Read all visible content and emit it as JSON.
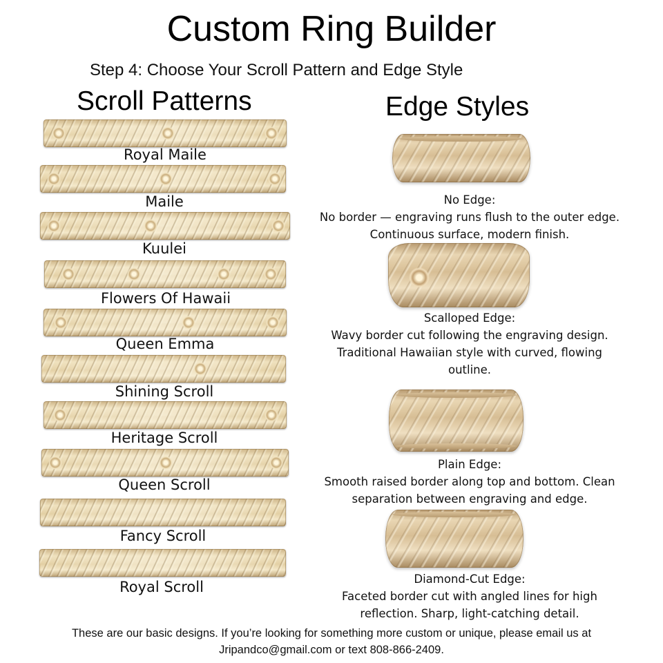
{
  "header": {
    "title": "Custom Ring Builder",
    "step": "Step 4: Choose Your Scroll Pattern and Edge Style"
  },
  "scroll_patterns": {
    "heading": "Scroll Patterns",
    "items": [
      {
        "label": "Royal Maile"
      },
      {
        "label": "Maile"
      },
      {
        "label": "Kuulei"
      },
      {
        "label": "Flowers Of Hawaii"
      },
      {
        "label": "Queen Emma"
      },
      {
        "label": "Shining Scroll"
      },
      {
        "label": "Heritage Scroll"
      },
      {
        "label": "Queen Scroll"
      },
      {
        "label": "Fancy Scroll"
      },
      {
        "label": "Royal Scroll"
      }
    ]
  },
  "edge_styles": {
    "heading": "Edge Styles",
    "items": [
      {
        "name": "No Edge:",
        "line1": "No border — engraving runs flush to the outer edge.",
        "line2": "Continuous surface, modern finish."
      },
      {
        "name": "Scalloped Edge:",
        "line1": "Wavy border cut following the engraving design.",
        "line2": "Traditional Hawaiian style with curved, flowing",
        "line3": "outline."
      },
      {
        "name": "Plain Edge:",
        "line1": "Smooth raised border along top and bottom. Clean",
        "line2": "separation between engraving and edge."
      },
      {
        "name": "Diamond-Cut Edge:",
        "line1": "Faceted border cut with angled lines for high",
        "line2": "reflection. Sharp, light-catching detail."
      }
    ]
  },
  "footer": {
    "line1": "These are our basic designs. If you’re looking for something more custom or unique, please email us at",
    "line2": "Jripandco@gmail.com or text 808-866-2409."
  },
  "colors": {
    "gold_light": "#f0e2bf",
    "gold_mid": "#e3cfa3",
    "gold_dark": "#bda276",
    "text": "#111111",
    "background": "#ffffff"
  }
}
